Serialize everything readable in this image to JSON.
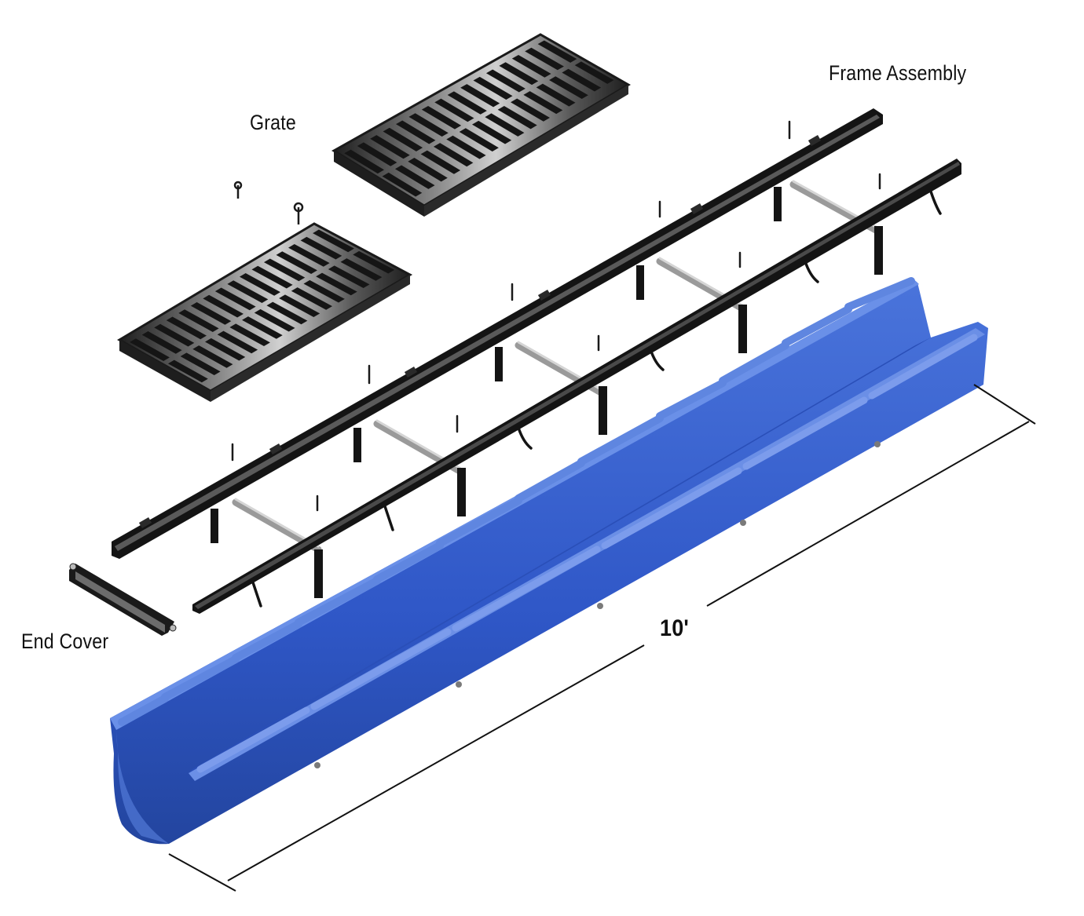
{
  "labels": {
    "frame_assembly": "Frame Assembly",
    "grate": "Grate",
    "end_cover": "End Cover",
    "length": "10'"
  },
  "colors": {
    "trench_body": "#2f57c7",
    "trench_rim": "#5d86e2",
    "trench_shadow": "#1f3f9e",
    "frame_rail": "#141414",
    "grate_dark": "#2b2b2b",
    "grate_light": "#b9b9b9",
    "dimension_line": "#111111"
  }
}
